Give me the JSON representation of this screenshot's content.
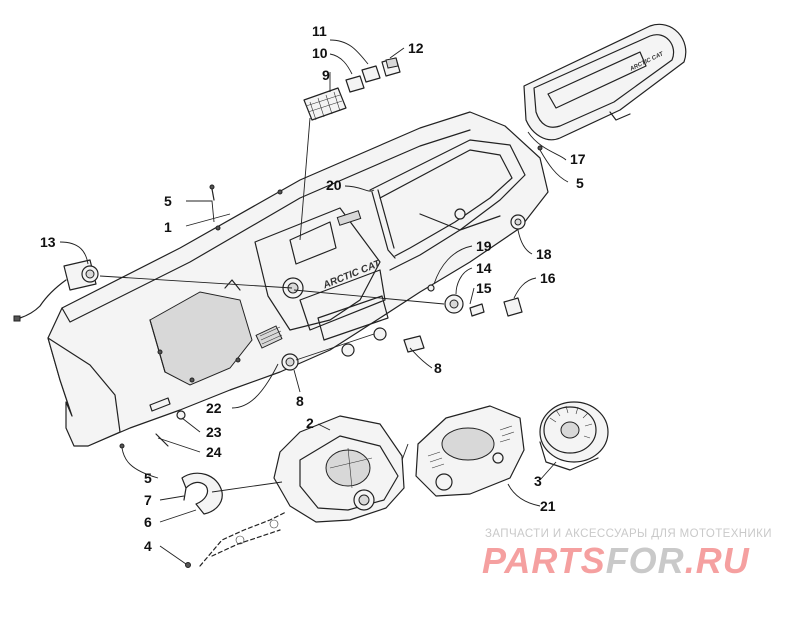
{
  "diagram": {
    "part_labels": [
      "1",
      "2",
      "3",
      "4",
      "5",
      "5",
      "5",
      "6",
      "7",
      "8",
      "8",
      "9",
      "10",
      "11",
      "12",
      "13",
      "14",
      "15",
      "16",
      "17",
      "18",
      "19",
      "20",
      "21",
      "22",
      "23",
      "24"
    ],
    "dash_emblem_text": "ARCTIC CAT",
    "cover_emblem_text": "ARCTIC CAT"
  },
  "watermark": {
    "caption": "ЗАПЧАСТИ И АКСЕССУАРЫ ДЛЯ МОТОТЕХНИКИ",
    "logo_part1": "PARTS",
    "logo_part2": "FOR",
    "logo_part3": ".RU",
    "color_pink": "#f5a0a0",
    "color_gray": "#c9c9c9"
  }
}
